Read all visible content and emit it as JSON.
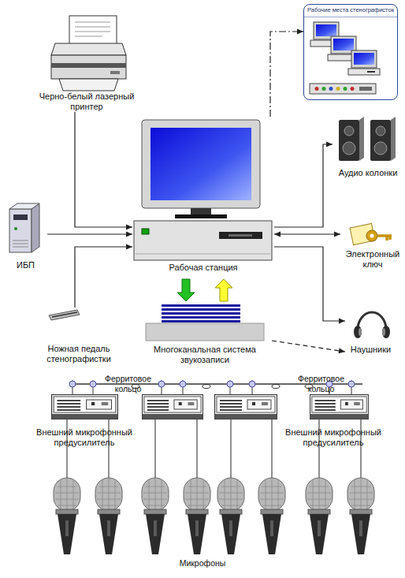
{
  "diagram": {
    "nodes": [
      {
        "text": [
          "Черно-белый лазерный принтер"
        ]
      },
      {
        "text": [
          "Рабочие места стенографисток"
        ]
      },
      {
        "text": [
          "Аудио колонки"
        ]
      },
      {
        "text": [
          "ИБП"
        ]
      },
      {
        "text": [
          "Рабочая станция"
        ]
      },
      {
        "text": [
          "Электронный ключ"
        ]
      },
      {
        "text": [
          "Ножная педаль стенографистки"
        ]
      },
      {
        "text": [
          "Многоканальная система звукозаписи"
        ]
      },
      {
        "text": [
          "Наушники"
        ]
      },
      {
        "text": [
          "Внешний микрофонный предусилитель"
        ]
      },
      {
        "text": [
          "Внешний микрофонный предусилитель"
        ]
      }
    ],
    "edges": [
      {
        "from": 0,
        "to": 4,
        "arrow": "to"
      },
      {
        "from": 4,
        "to": 1,
        "arrow": "to"
      },
      {
        "from": 4,
        "to": 2,
        "arrow": "to"
      },
      {
        "from": 3,
        "to": 4,
        "arrow": "to"
      },
      {
        "from": 4,
        "to": 5,
        "arrow": "both"
      },
      {
        "from": 6,
        "to": 4,
        "arrow": "to"
      },
      {
        "from": 4,
        "to": 8,
        "arrow": "to"
      },
      {
        "from": 7,
        "to": 4,
        "arrow": "both"
      },
      {
        "from": 7,
        "to": 8,
        "arrow": "to"
      }
    ],
    "labels": [
      "Ферритовое кольцо",
      "Ферритовое кольцо",
      "Микрофоны"
    ]
  }
}
